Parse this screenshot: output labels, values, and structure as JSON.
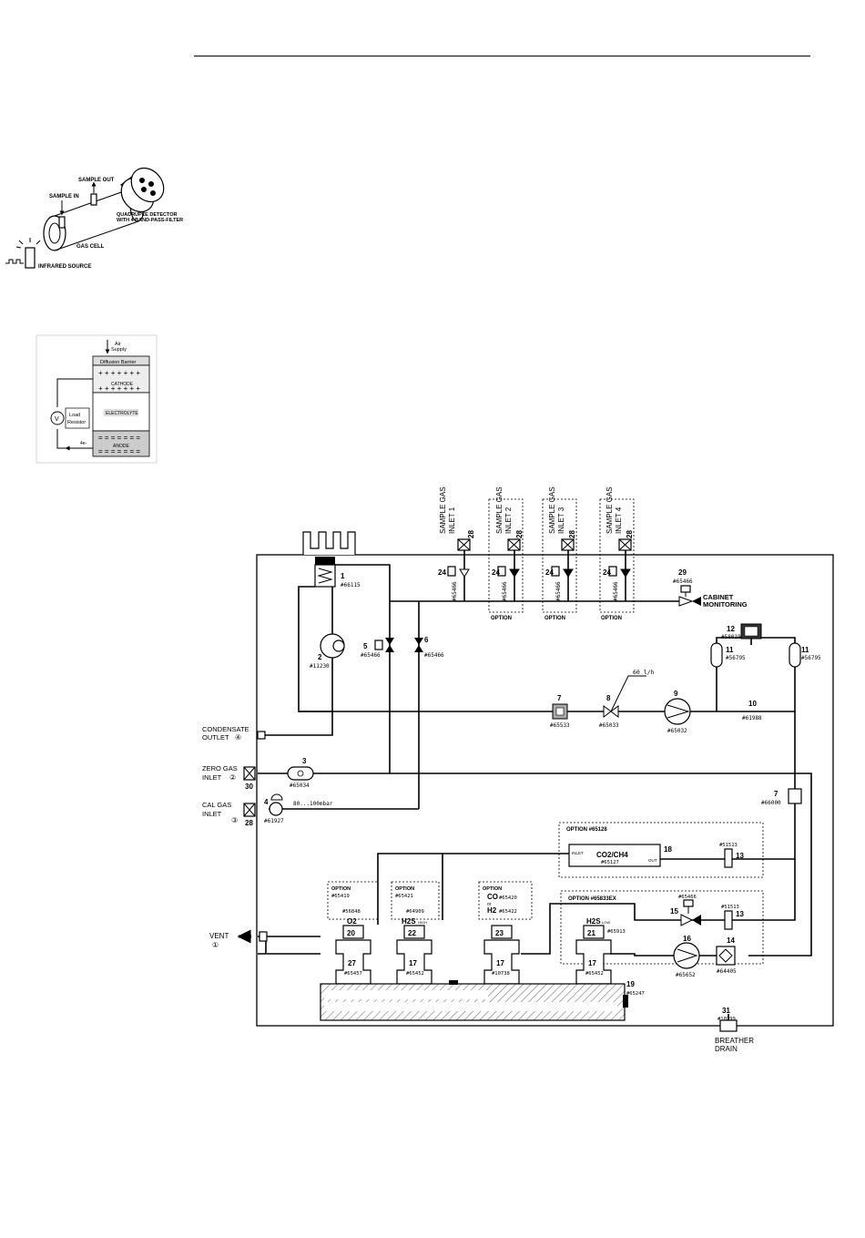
{
  "ir_figure": {
    "sample_out": "SAMPLE OUT",
    "sample_in": "SAMPLE IN",
    "detector_line1": "QUADRUPLE DETECTOR",
    "detector_line2": "WITH 4 BAND-PASS-FILTER",
    "gas_cell": "GAS CELL",
    "infrared_source": "INFRARED SOURCE"
  },
  "cell_figure": {
    "air": "Air",
    "supply": "Supply",
    "diffusion_barrier": "Diffusion Barrier",
    "cathode": "CATHODE",
    "electrolyte": "ELECTROLYTE",
    "anode": "ANODE",
    "load": "Load",
    "resistor": "Resistor",
    "meter": "V",
    "current": "4e-"
  },
  "flow_diagram": {
    "inlets": [
      {
        "label1": "SAMPLE GAS",
        "label2": "INLET 1",
        "num": "28",
        "valve": "24",
        "part": "#65466"
      },
      {
        "label1": "SAMPLE GAS",
        "label2": "INLET 2",
        "num": "28",
        "valve": "24",
        "part": "#65466"
      },
      {
        "label1": "SAMPLE GAS",
        "label2": "INLET 3",
        "num": "28",
        "valve": "24",
        "part": "#65466"
      },
      {
        "label1": "SAMPLE GAS",
        "label2": "INLET 4",
        "num": "28",
        "valve": "24",
        "part": "#65466"
      }
    ],
    "option": "OPTION",
    "cabinet_num": "29",
    "cabinet_part": "#65466",
    "cabinet_line1": "CABINET",
    "cabinet_line2": "MONITORING",
    "c1_num": "1",
    "c1_part": "#66115",
    "c2_num": "2",
    "c2_part": "#11230",
    "c3_num": "3",
    "c3_part": "#65034",
    "c4_num": "4",
    "c4_part": "#61927",
    "c4_pressure": "80...100mbar",
    "c5_num": "5",
    "c5_part": "#65466",
    "c6_num": "6",
    "c6_part": "#65466",
    "c7_num": "7",
    "c7_part": "#65533",
    "c7b_num": "7",
    "c7b_part": "#66000",
    "c8_num": "8",
    "c8_part": "#65033",
    "c8_flow": "60 l/h",
    "c9_num": "9",
    "c9_part": "#65032",
    "c10_num": "10",
    "c10_part": "#61988",
    "c11a_num": "11",
    "c11a_part": "#56795",
    "c11b_num": "11",
    "c11b_part": "#56795",
    "c12_num": "12",
    "c12_part": "#58019",
    "co2_option": "OPTION #65128",
    "co2_label": "CO2/CH4",
    "co2_part": "#65127",
    "co2_num": "18",
    "co2_inlet": "INLET",
    "co2_out": "OUT",
    "c13a_num": "13",
    "c13a_part": "#51513",
    "c13b_num": "13",
    "c13b_part": "#51513",
    "ex_option": "OPTION #65833EX",
    "c15_num": "15",
    "c15_part": "#65466",
    "c16_num": "16",
    "c16_part": "#65652",
    "c14_num": "14",
    "c14_part": "#64405",
    "o2_option": "OPTION",
    "o2_option_part": "#65419",
    "o2_part": "#56848",
    "o2_label": "O2",
    "o2_num": "20",
    "o2_base_num": "27",
    "o2_base_part": "#65457",
    "h2s_option": "OPTION",
    "h2s_option_part": "#65421",
    "h2s_part": "#64909",
    "h2s_label": "H2S",
    "h2s_sub": "HIGH",
    "h2s_num": "22",
    "h2s_base_num": "17",
    "h2s_base_part": "#65452",
    "co_option": "OPTION",
    "co_option_part": "#65420",
    "co_label": "CO",
    "co_or": "or",
    "h2_label": "H2",
    "h2_part": "#65422",
    "co_num": "23",
    "co_base_num": "17",
    "co_base_part": "#10738",
    "h2sl_label": "H2S",
    "h2sl_sub": "LOW",
    "h2sl_part": "#65913",
    "h2sl_num": "21",
    "h2sl_base_num": "17",
    "h2sl_base_part": "#65452",
    "manifold_num": "19",
    "manifold_part": "#65247",
    "condensate_line1": "CONDENSATE",
    "condensate_line2": "OUTLET",
    "condensate_mark": "④",
    "zero_line1": "ZERO GAS",
    "zero_line2": "INLET",
    "zero_mark": "②",
    "zero_num": "30",
    "cal_line1": "CAL GAS",
    "cal_line2": "INLET",
    "cal_mark": "③",
    "cal_num": "28",
    "vent": "VENT",
    "vent_mark": "①",
    "breather_num": "31",
    "breather_part": "#10299",
    "breather_line1": "BREATHER",
    "breather_line2": "DRAIN"
  }
}
